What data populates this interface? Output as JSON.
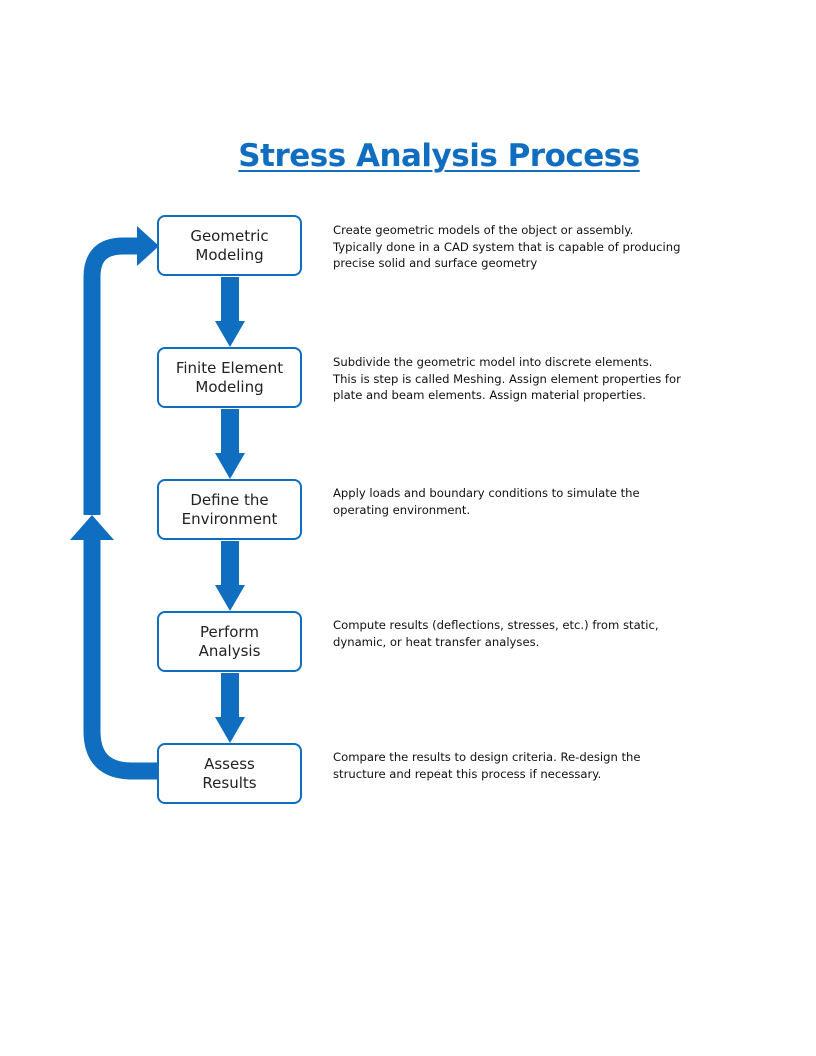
{
  "title": "Stress Analysis Process",
  "colors": {
    "accent": "#0f6ebf",
    "text": "#222222"
  },
  "steps": [
    {
      "label": "Geometric\nModeling",
      "description": "Create geometric models of the object or assembly.\nTypically done in a CAD system that is capable of producing\nprecise solid and surface geometry"
    },
    {
      "label": "Finite Element\nModeling",
      "description": "Subdivide the geometric model into discrete elements.\nThis is step is called Meshing.  Assign element properties for\nplate and beam elements.  Assign material properties."
    },
    {
      "label": "Define the\nEnvironment",
      "description": "Apply loads and boundary conditions to simulate the\noperating environment."
    },
    {
      "label": "Perform\nAnalysis",
      "description": "Compute results (deflections, stresses, etc.) from static,\ndynamic, or heat transfer analyses."
    },
    {
      "label": "Assess\nResults",
      "description": "Compare the results to design criteria. Re-design the\nstructure and repeat this process if necessary."
    }
  ]
}
